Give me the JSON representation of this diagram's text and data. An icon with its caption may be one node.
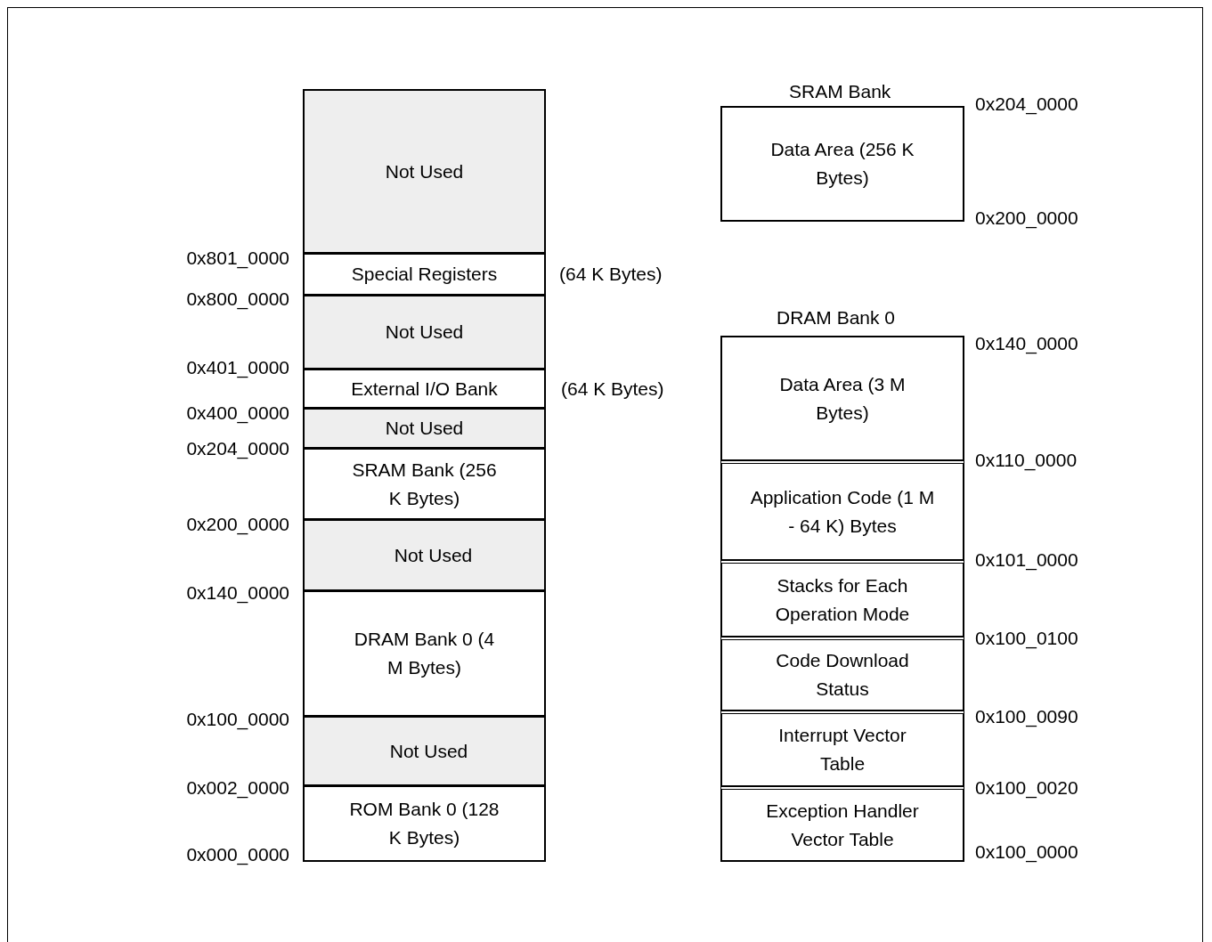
{
  "diagram": {
    "nodes": [
      {
        "text": [
          "Not Used"
        ]
      },
      {
        "text": [
          "Special Registers"
        ],
        "beside": [
          "(64 K Bytes)"
        ]
      },
      {
        "text": [
          "Not Used"
        ]
      },
      {
        "text": [
          "External I/O Bank"
        ],
        "beside": [
          "(64 K Bytes)"
        ]
      },
      {
        "text": [
          "Not Used"
        ]
      },
      {
        "text": [
          "SRAM Bank (256 K Bytes)"
        ]
      },
      {
        "text": [
          "Not Used"
        ]
      },
      {
        "text": [
          "DRAM Bank 0 (4 M Bytes)"
        ]
      },
      {
        "text": [
          "Not Used"
        ]
      },
      {
        "text": [
          "ROM Bank 0 (128 K Bytes)"
        ]
      },
      {
        "text": [
          "SRAM Bank",
          "Data Area (256 K Bytes)"
        ]
      },
      {
        "text": [
          "DRAM Bank 0"
        ]
      },
      {
        "text": [
          "Data Area (3 M Bytes)"
        ],
        "in": 11
      },
      {
        "text": [
          "Application Code (1 M - 64 K) Bytes"
        ],
        "in": 11
      },
      {
        "text": [
          "Stacks for Each Operation Mode"
        ],
        "in": 11
      },
      {
        "text": [
          "Code Download Status"
        ],
        "in": 11
      },
      {
        "text": [
          "Interrupt Vector Table"
        ],
        "in": 11
      },
      {
        "text": [
          "Exception Handler Vector Table"
        ],
        "in": 11
      }
    ],
    "edges": [],
    "labels": [
      "0x801_0000",
      "0x800_0000",
      "0x401_0000",
      "0x400_0000",
      "0x204_0000",
      "0x200_0000",
      "0x140_0000",
      "0x100_0000",
      "0x002_0000",
      "0x000_0000",
      "0x204_0000",
      "0x200_0000",
      "0x140_0000",
      "0x110_0000",
      "0x101_0000",
      "0x100_0100",
      "0x100_0090",
      "0x100_0020",
      "0x100_0000"
    ]
  }
}
